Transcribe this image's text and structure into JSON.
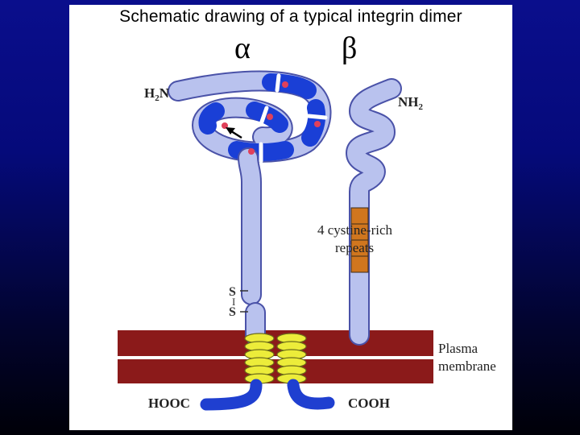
{
  "slide": {
    "title": "Schematic drawing of a typical integrin dimer"
  },
  "diagram": {
    "alpha_symbol": "α",
    "beta_symbol": "β",
    "alpha_terminus_n": "H",
    "alpha_terminus_n_sub": "2",
    "alpha_terminus_n_tail": "N",
    "beta_terminus_n": "NH",
    "beta_terminus_n_sub": "2",
    "repeats_label_line1": "4 cystine-rich",
    "repeats_label_line2": "repeats",
    "disulfide_s_top": "S",
    "disulfide_bar": "I",
    "disulfide_s_bottom": "S",
    "membrane_label_line1": "Plasma",
    "membrane_label_line2": "membrane",
    "alpha_terminus_c": "HOOC",
    "beta_terminus_c": "COOH"
  },
  "colors": {
    "background": "#0a0e8c",
    "chain_fill": "#b9c2ee",
    "chain_outline": "#4a52a8",
    "domain_blue": "#1a3fd6",
    "metal_site": "#e0405a",
    "repeat_orange": "#d0761e",
    "membrane": "#8b1a1a",
    "helix_yellow": "#ecec3a",
    "tail_blue": "#1f3fd0"
  }
}
